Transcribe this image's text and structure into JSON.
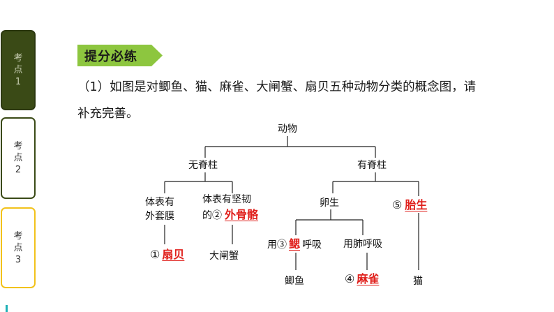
{
  "sidebar": {
    "tabs": [
      {
        "line1": "考",
        "line2": "点",
        "line3": "1"
      },
      {
        "line1": "考",
        "line2": "点",
        "line3": "2"
      },
      {
        "line1": "考",
        "line2": "点",
        "line3": "3"
      }
    ]
  },
  "section_tag": "提分必练",
  "question": {
    "line1": "（1）如图是对鲫鱼、猫、麻雀、大闸蟹、扇贝五种动物分类的概念图，请",
    "line2": "补充完善。"
  },
  "tree": {
    "root": "动物",
    "invertebrate": "无脊柱",
    "vertebrate": "有脊柱",
    "exo_a_line1": "体表有",
    "exo_a_line2": "外套膜",
    "exo_b_line1": "体表有坚韧",
    "exo_b_prefix": "的②",
    "answer2": "外骨骼",
    "oviparous": "卵生",
    "blank5": "⑤",
    "answer5": "胎生",
    "blank1": "①",
    "answer1": "扇贝",
    "crab": "大闸蟹",
    "gill_prefix": "用③",
    "answer3": "鳃",
    "gill_suffix": "呼吸",
    "lung": "用肺呼吸",
    "fish": "鲫鱼",
    "blank4": "④",
    "answer4": "麻雀",
    "cat": "猫"
  },
  "colors": {
    "answer": "#e0201c",
    "tab_active": "#3a4a16",
    "tab_highlight": "#f2c21b",
    "tag": "#8dc63f"
  }
}
